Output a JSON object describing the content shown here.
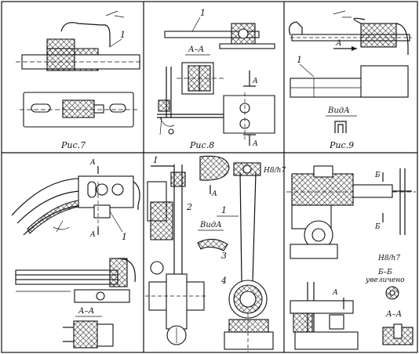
{
  "figures": {
    "fig7": {
      "caption": "Рис.7",
      "callout": "1"
    },
    "fig8": {
      "caption": "Рис.8",
      "callout": "1",
      "section": "А–А",
      "arrow": "А"
    },
    "fig9": {
      "caption": "Рис.9",
      "callout": "1",
      "arrow": "А",
      "view": "ВидА"
    },
    "fig10": {
      "callout": "1",
      "arrow": "А",
      "section": "А–А"
    },
    "fig11": {
      "label_top": "I",
      "arrow": "А",
      "view": "ВидА",
      "callout_1": "1",
      "callout_2": "2",
      "callout_3": "3",
      "callout_4": "4",
      "fit": "H8/h7"
    },
    "fig12": {
      "arrow_b": "Б",
      "arrow_a": "А",
      "section_b": "Б–Б",
      "enlarged": "увеличено",
      "fit": "H8/h7",
      "section_a": "А–А"
    }
  },
  "colors": {
    "ink": "#111111",
    "paper": "#ffffff"
  }
}
